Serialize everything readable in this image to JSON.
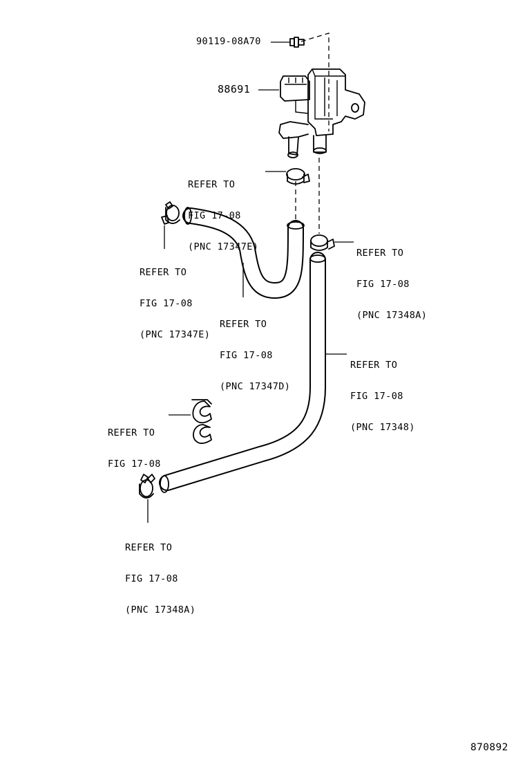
{
  "parts": {
    "bolt": {
      "number": "90119-08A70"
    },
    "valve": {
      "number": "88691"
    }
  },
  "references": {
    "clamp_top": [
      "REFER TO",
      "FIG 17-08",
      "(PNC 17347E)"
    ],
    "clamp_left": [
      "REFER TO",
      "FIG 17-08",
      "(PNC 17347E)"
    ],
    "hose_u": [
      "REFER TO",
      "FIG 17-08",
      "(PNC 17347D)"
    ],
    "clamp_right": [
      "REFER TO",
      "FIG 17-08",
      "(PNC 17348A)"
    ],
    "hose_long": [
      "REFER TO",
      "FIG 17-08",
      "(PNC 17348)"
    ],
    "clip": [
      "REFER TO",
      "FIG 17-08"
    ],
    "clamp_bottom": [
      "REFER TO",
      "FIG 17-08",
      "(PNC 17348A)"
    ]
  },
  "figure_id": "870892"
}
